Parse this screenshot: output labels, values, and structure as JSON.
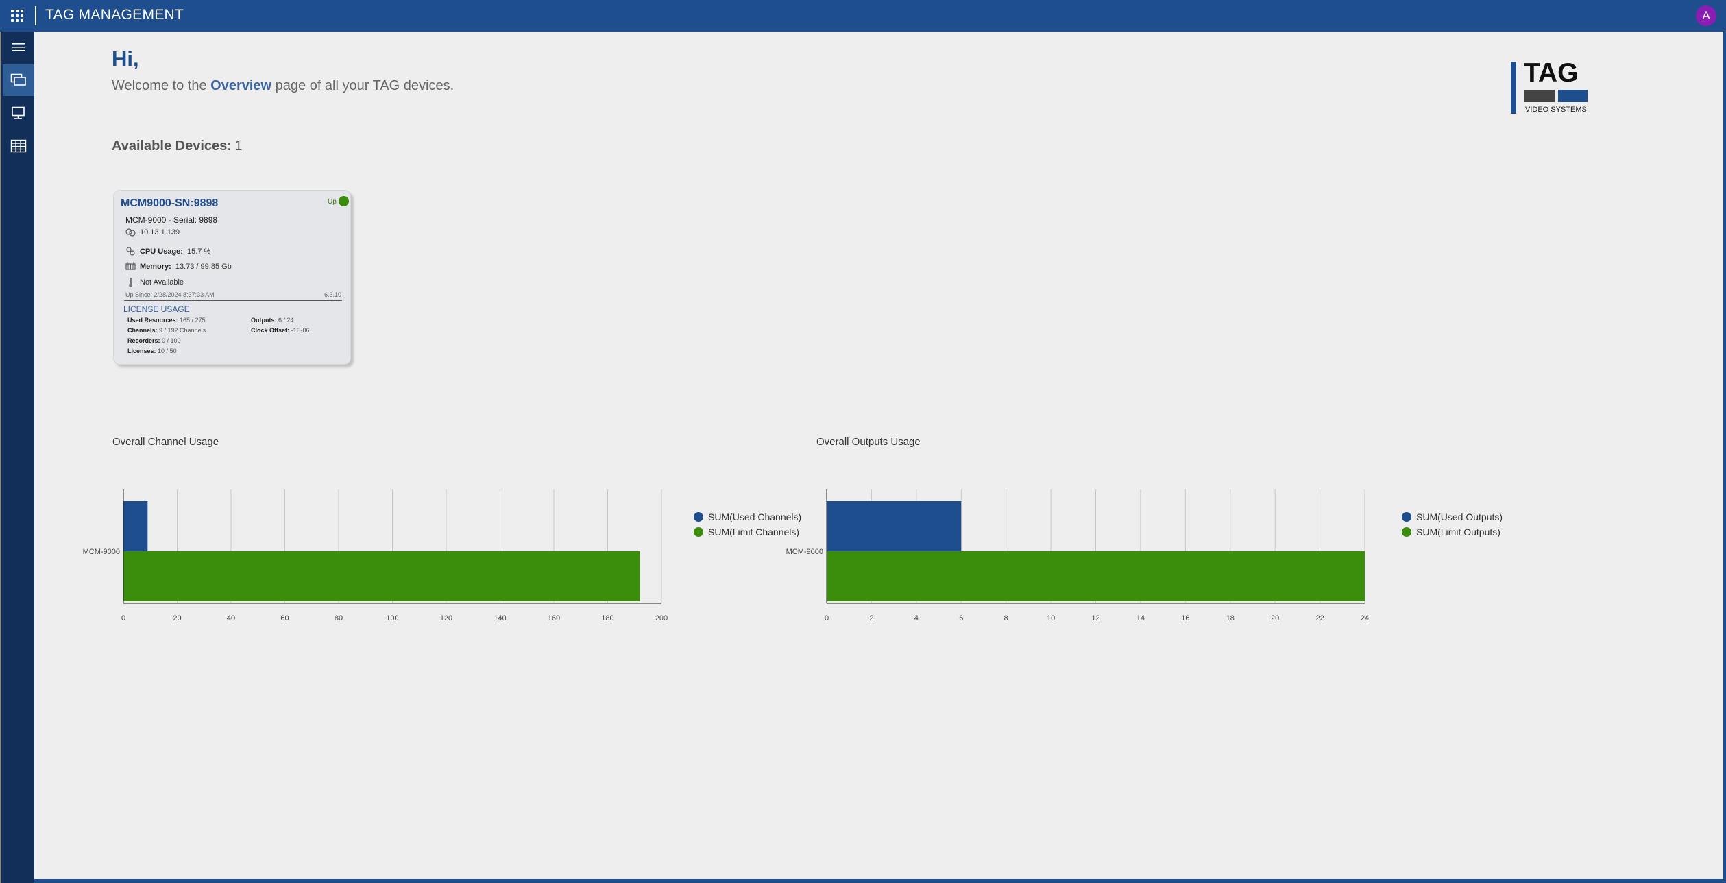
{
  "app": {
    "title": "TAG MANAGEMENT",
    "avatar_initial": "A"
  },
  "sidebar": {
    "items": [
      {
        "name": "menu",
        "icon": "hamburger-icon"
      },
      {
        "name": "devices-overview",
        "icon": "devices-icon",
        "active": true
      },
      {
        "name": "monitor",
        "icon": "monitor-icon"
      },
      {
        "name": "table",
        "icon": "table-icon"
      }
    ]
  },
  "header": {
    "greeting": "Hi,",
    "welcome_prefix": "Welcome to the ",
    "welcome_highlight": "Overview",
    "welcome_suffix": " page of all your TAG devices."
  },
  "logo": {
    "text": "TAG",
    "subtext": "VIDEO SYSTEMS"
  },
  "devices": {
    "available_label": "Available Devices:",
    "available_count": "1",
    "card": {
      "title": "MCM9000-SN:9898",
      "status": "Up",
      "status_color": "#3a8e0c",
      "model": "MCM-9000 - Serial: 9898",
      "ip": "10.13.1.139",
      "cpu_label": "CPU Usage:",
      "cpu_value": "15.7 %",
      "memory_label": "Memory:",
      "memory_value": "13.73 / 99.85 Gb",
      "temperature": "Not Available",
      "up_since": "Up Since: 2/28/2024 8:37:33 AM",
      "version": "6.3.10",
      "license_title": "LICENSE USAGE",
      "license": {
        "used_resources_label": "Used Resources:",
        "used_resources_value": "165 / 275",
        "channels_label": "Channels:",
        "channels_value": "9 / 192 Channels",
        "recorders_label": "Recorders:",
        "recorders_value": "0 / 100",
        "licenses_label": "Licenses:",
        "licenses_value": "10 / 50",
        "outputs_label": "Outputs:",
        "outputs_value": "6 / 24",
        "clock_offset_label": "Clock Offset:",
        "clock_offset_value": "-1E-06"
      }
    }
  },
  "charts": {
    "channel_title": "Overall Channel Usage",
    "outputs_title": "Overall Outputs Usage"
  },
  "chart_data": [
    {
      "type": "bar",
      "orientation": "horizontal",
      "title": "Overall Channel Usage",
      "categories": [
        "MCM-9000"
      ],
      "series": [
        {
          "name": "SUM(Used Channels)",
          "values": [
            9
          ],
          "color": "#1f4e8e"
        },
        {
          "name": "SUM(Limit Channels)",
          "values": [
            192
          ],
          "color": "#3a8e0c"
        }
      ],
      "xlim": [
        0,
        200
      ],
      "xticks": [
        0,
        20,
        40,
        60,
        80,
        100,
        120,
        140,
        160,
        180,
        200
      ],
      "grid": true,
      "legend": "right"
    },
    {
      "type": "bar",
      "orientation": "horizontal",
      "title": "Overall Outputs Usage",
      "categories": [
        "MCM-9000"
      ],
      "series": [
        {
          "name": "SUM(Used Outputs)",
          "values": [
            6
          ],
          "color": "#1f4e8e"
        },
        {
          "name": "SUM(Limit Outputs)",
          "values": [
            24
          ],
          "color": "#3a8e0c"
        }
      ],
      "xlim": [
        0,
        24
      ],
      "xticks": [
        0,
        2,
        4,
        6,
        8,
        10,
        12,
        14,
        16,
        18,
        20,
        22,
        24
      ],
      "grid": true,
      "legend": "right"
    }
  ]
}
